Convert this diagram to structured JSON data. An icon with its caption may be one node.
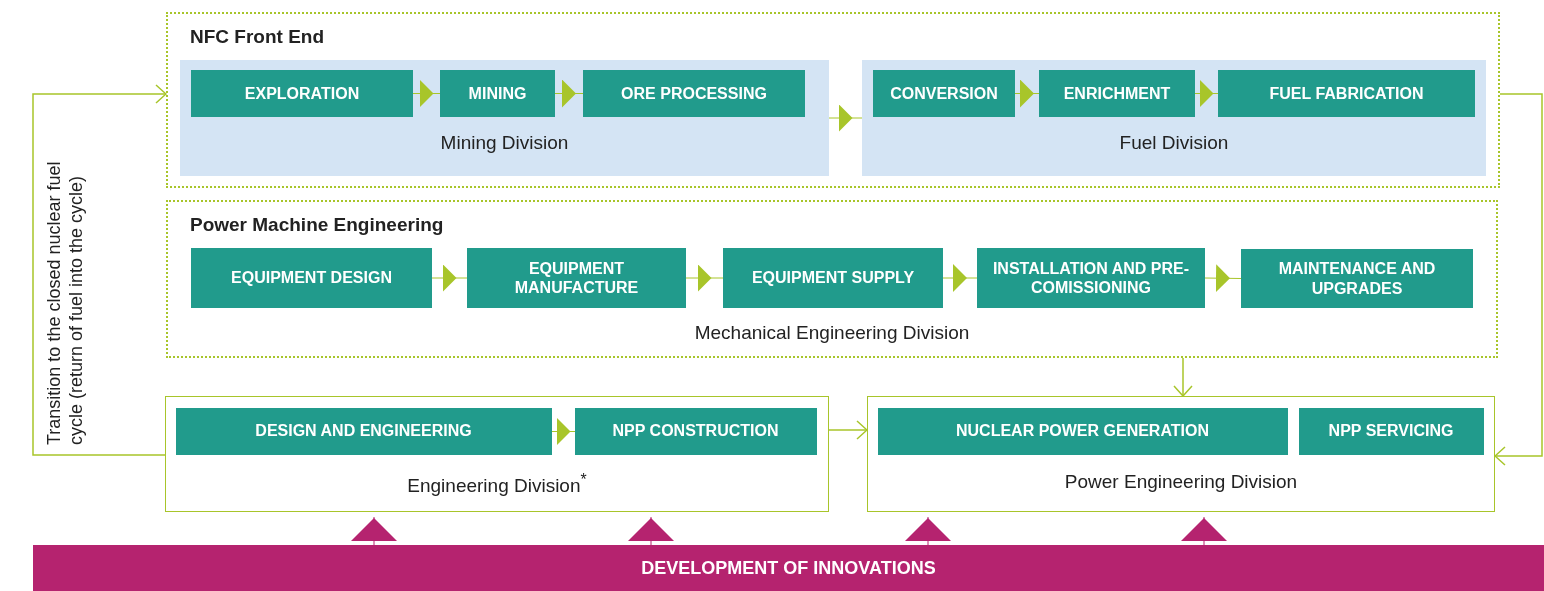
{
  "diagram": {
    "nodes": [
      {
        "text": [
          "NFC Front End"
        ]
      },
      {
        "text": [
          "Mining Division"
        ],
        "in": 0
      },
      {
        "text": [
          "EXPLORATION"
        ],
        "in": 1
      },
      {
        "text": [
          "MINING"
        ],
        "in": 1
      },
      {
        "text": [
          "ORE PROCESSING"
        ],
        "in": 1
      },
      {
        "text": [
          "Fuel Division"
        ],
        "in": 0
      },
      {
        "text": [
          "CONVERSION"
        ],
        "in": 5
      },
      {
        "text": [
          "ENRICHMENT"
        ],
        "in": 5
      },
      {
        "text": [
          "FUEL FABRICATION"
        ],
        "in": 5
      },
      {
        "text": [
          "Power Machine Engineering",
          "Mechanical Engineering Division"
        ]
      },
      {
        "text": [
          "EQUIPMENT DESIGN"
        ],
        "in": 9
      },
      {
        "text": [
          "EQUIPMENT MANUFACTURE"
        ],
        "in": 9
      },
      {
        "text": [
          "EQUIPMENT SUPPLY"
        ],
        "in": 9
      },
      {
        "text": [
          "INSTALLATION AND PRE-COMISSIONING"
        ],
        "in": 9
      },
      {
        "text": [
          "MAINTENANCE AND UPGRADES"
        ],
        "in": 9
      },
      {
        "text": [
          "Engineering Division$^{*}$"
        ]
      },
      {
        "text": [
          "DESIGN AND ENGINEERING"
        ],
        "in": 15
      },
      {
        "text": [
          "NPP CONSTRUCTION"
        ],
        "in": 15
      },
      {
        "text": [
          "Power Engineering Division"
        ]
      },
      {
        "text": [
          "NUCLEAR POWER GENERATION"
        ],
        "in": 18
      },
      {
        "text": [
          "NPP SERVICING"
        ],
        "in": 18
      },
      {
        "text": [
          "DEVELOPMENT OF INNOVATIONS"
        ]
      }
    ],
    "edges": [
      {
        "from": 2,
        "to": 3,
        "arrow": "to"
      },
      {
        "from": 3,
        "to": 4,
        "arrow": "to"
      },
      {
        "from": 1,
        "to": 5,
        "arrow": "to"
      },
      {
        "from": 6,
        "to": 7,
        "arrow": "to"
      },
      {
        "from": 7,
        "to": 8,
        "arrow": "to"
      },
      {
        "from": 10,
        "to": 11,
        "arrow": "to"
      },
      {
        "from": 11,
        "to": 12,
        "arrow": "to"
      },
      {
        "from": 12,
        "to": 13,
        "arrow": "to"
      },
      {
        "from": 13,
        "to": 14,
        "arrow": "to"
      },
      {
        "from": 16,
        "to": 17,
        "arrow": "to"
      },
      {
        "from": 15,
        "to": 18,
        "arrow": "to"
      },
      {
        "from": 9,
        "to": 18,
        "arrow": "to"
      },
      {
        "from": 0,
        "to": 18,
        "arrow": "to"
      },
      {
        "from": 15,
        "to": 0,
        "arrow": "to",
        "label": "Transition to the closed nuclear fuel cycle (return of fuel into the cycle)"
      },
      {
        "from": 21,
        "to": 15,
        "arrow": "to",
        "color": "#b5236f"
      },
      {
        "from": 21,
        "to": 15,
        "arrow": "to",
        "color": "#b5236f"
      },
      {
        "from": 21,
        "to": 18,
        "arrow": "to",
        "color": "#b5236f"
      },
      {
        "from": 21,
        "to": 18,
        "arrow": "to",
        "color": "#b5236f"
      }
    ]
  }
}
